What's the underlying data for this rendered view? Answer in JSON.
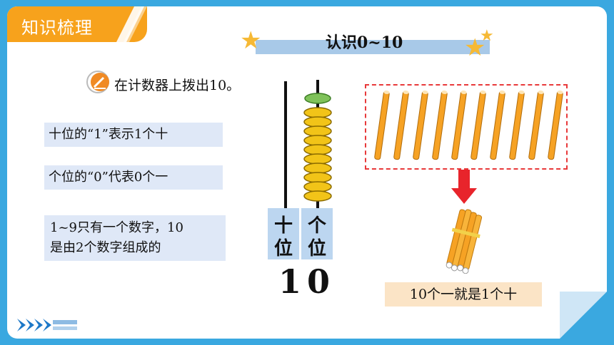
{
  "section_tab": "知识梳理",
  "title": "认识0~10",
  "instruction": "在计数器上拨出10。",
  "notes": [
    {
      "lines": [
        "十位的“1”表示1个十"
      ]
    },
    {
      "lines": [
        "个位的“0”代表0个一"
      ]
    },
    {
      "lines": [
        "1~9只有一个数字，10",
        "是由2个数字组成的"
      ]
    }
  ],
  "counter": {
    "tens_label": "十位",
    "ones_label": "个位",
    "tens_digit": "1",
    "ones_digit": "0",
    "bead_count": 10
  },
  "sticks_count": 10,
  "result": "10个一就是1个十",
  "colors": {
    "background": "#3aa8e0",
    "tab": "#f7a21c",
    "bead": "#f2c418",
    "stick": "#f6a224",
    "dashed_border": "#e8393a",
    "arrow": "#e8242b"
  }
}
